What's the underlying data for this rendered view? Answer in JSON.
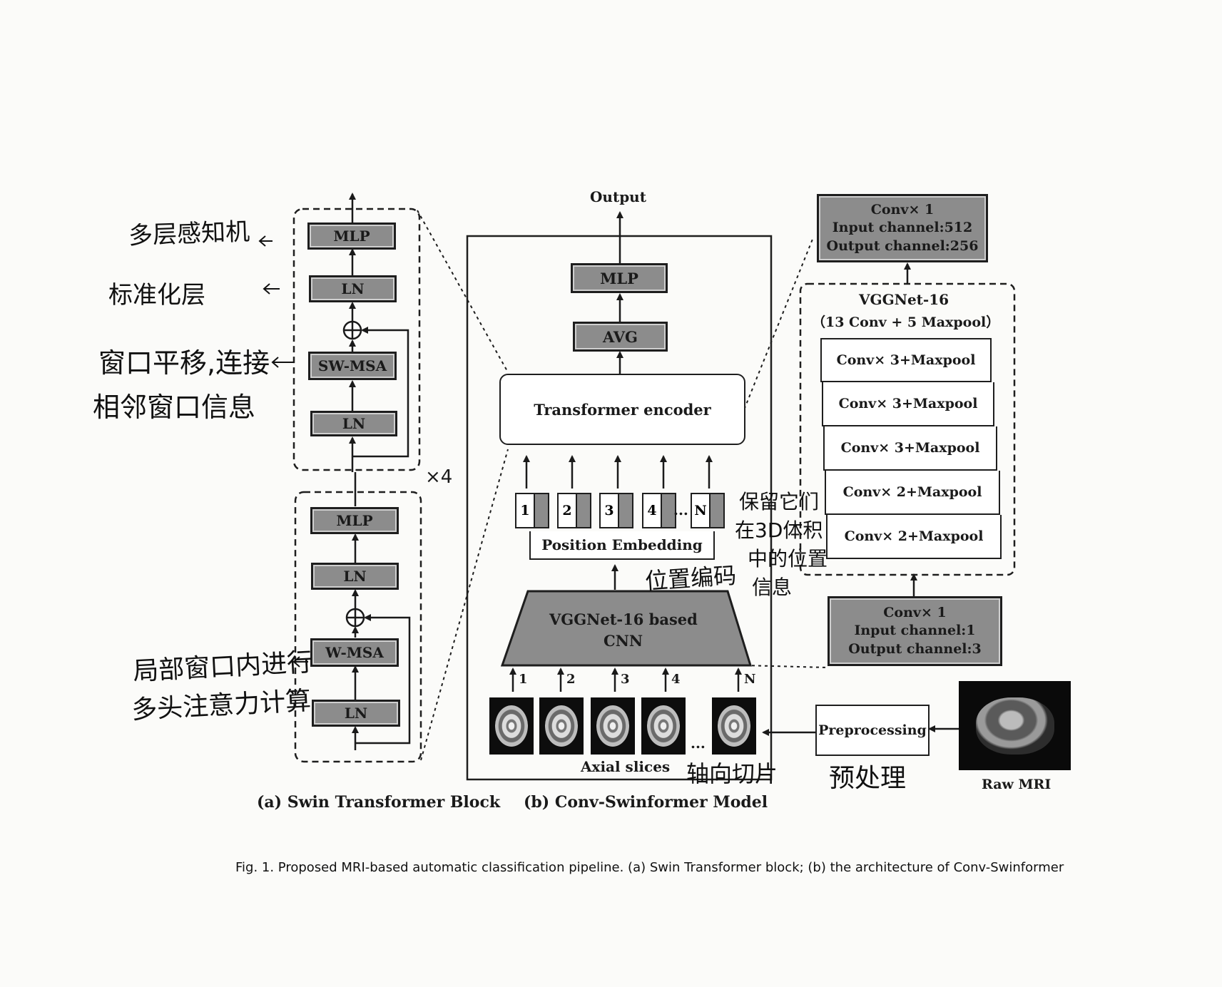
{
  "panel_a": {
    "upper_block": {
      "mlp": "MLP",
      "ln_top": "LN",
      "sw_msa": "SW-MSA",
      "ln_bottom": "LN"
    },
    "lower_block": {
      "mlp": "MLP",
      "ln_top": "LN",
      "w_msa": "W-MSA",
      "ln_bottom": "LN"
    },
    "repeat": "×4",
    "caption": "(a) Swin Transformer Block"
  },
  "panel_b": {
    "output": "Output",
    "mlp": "MLP",
    "avg": "AVG",
    "encoder": "Transformer encoder",
    "tokens": [
      "1",
      "2",
      "3",
      "4",
      "N"
    ],
    "token_ellipsis": "...",
    "position_embedding": "Position Embedding",
    "cnn_line1": "VGGNet-16 based",
    "cnn_line2": "CNN",
    "slice_arrows": [
      "1",
      "2",
      "3",
      "4",
      "N"
    ],
    "slice_ellipsis": "...",
    "axial_slices": "Axial slices",
    "caption": "(b) Conv-Swinformer Model"
  },
  "panel_c": {
    "top_conv": [
      "Conv× 1",
      "Input channel:512",
      "Output channel:256"
    ],
    "vgg_title": "VGGNet-16",
    "vgg_subtitle": "（13 Conv + 5 Maxpool）",
    "vgg_layers": [
      "Conv× 3+Maxpool",
      "Conv× 3+Maxpool",
      "Conv× 3+Maxpool",
      "Conv× 2+Maxpool",
      "Conv× 2+Maxpool"
    ],
    "bottom_conv": [
      "Conv× 1",
      "Input channel:1",
      "Output channel:3"
    ],
    "preprocessing": "Preprocessing",
    "raw_mri": "Raw MRI"
  },
  "handwritten": {
    "mlp_note": "多层感知机",
    "ln_note": "标准化层",
    "swmsa_note_1": "窗口平移,连接",
    "swmsa_note_2": "相邻窗口信息",
    "wmsa_note_1": "局部窗口内进行",
    "wmsa_note_2": "多头注意力计算",
    "emb_note_1": "保留它们",
    "emb_note_2": "在3D体积",
    "emb_note_3": "中的位置",
    "emb_note_4": "信息",
    "emb_note_5": "位置编码",
    "axial_note": "轴向切片",
    "preproc_note": "预处理"
  },
  "figure_caption": "Fig. 1.  Proposed MRI-based automatic classification pipeline. (a) Swin Transformer block; (b) the architecture of Conv-Swinformer"
}
